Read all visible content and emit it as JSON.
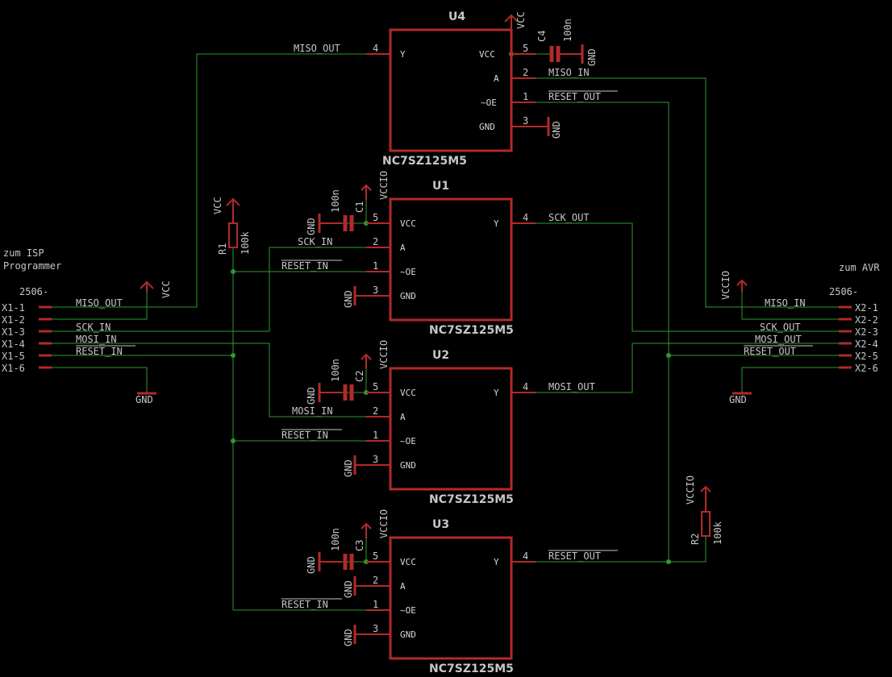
{
  "colors": {
    "background": "#000000",
    "wire": "#2f9a2f",
    "part": "#b22a2a",
    "text": "#c6c6c6"
  },
  "labels": {
    "left_head_1": "zum ISP",
    "left_head_2": "Programmer",
    "right_head": "zum AVR",
    "con_type": "2506-",
    "x1": [
      "X1-1",
      "X1-2",
      "X1-3",
      "X1-4",
      "X1-5",
      "X1-6"
    ],
    "x2": [
      "X2-1",
      "X2-2",
      "X2-3",
      "X2-4",
      "X2-5",
      "X2-6"
    ],
    "nets": {
      "miso_out": "MISO_OUT",
      "miso_in": "MISO_IN",
      "sck_in": "SCK_IN",
      "sck_out": "SCK_OUT",
      "mosi_in": "MOSI_IN",
      "mosi_out": "MOSI_OUT",
      "reset_in": "RESET_IN",
      "reset_out": "RESET_OUT"
    },
    "pins": {
      "vcc": "VCC",
      "y": "Y",
      "a": "A",
      "oe": "~OE",
      "gnd": "GND"
    },
    "pin_nums": {
      "n1": "1",
      "n2": "2",
      "n3": "3",
      "n4": "4",
      "n5": "5"
    },
    "u1": "U1",
    "u2": "U2",
    "u3": "U3",
    "u4": "U4",
    "part": "NC7SZ125M5",
    "c1": "C1",
    "c2": "C2",
    "c3": "C3",
    "c4": "C4",
    "cap_val": "100n",
    "r1": "R1",
    "r2": "R2",
    "res_val": "100k",
    "vcc": "VCC",
    "vccio": "VCCIO",
    "gnd": "GND"
  }
}
